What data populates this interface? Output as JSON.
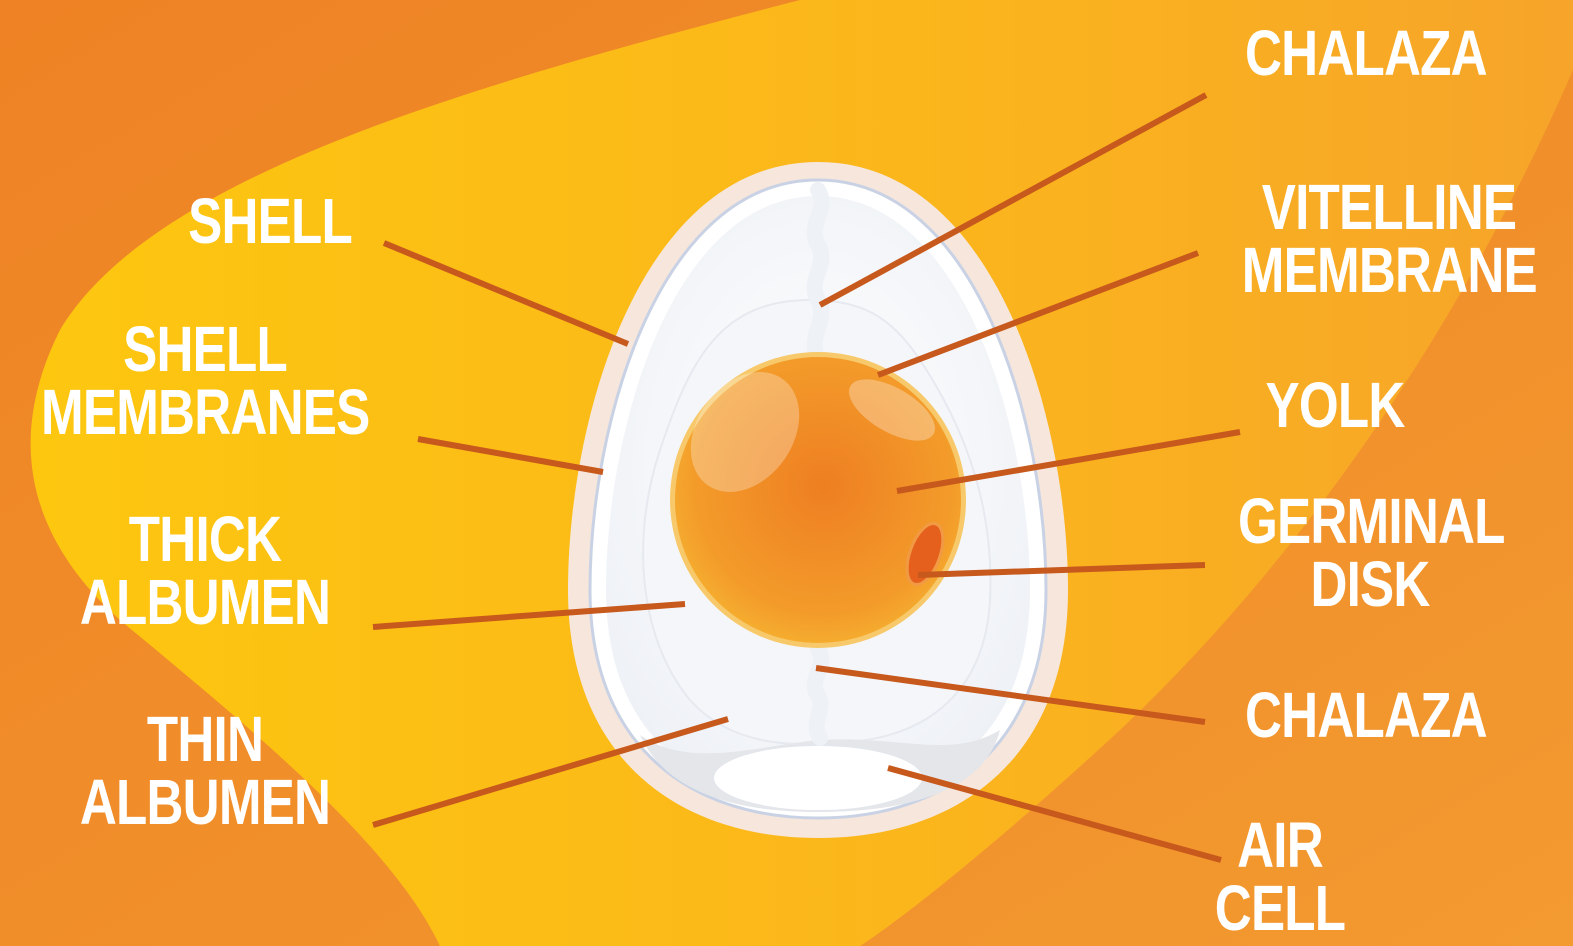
{
  "colors": {
    "background": "#f08a24",
    "blob_light": "#fcc114",
    "leader_line": "#c7591c",
    "label_text": "#ffffff",
    "shell": "#f6e6dc",
    "albumen": "#ffffff",
    "yolk": "#f08a24",
    "germinal_disk": "#e5601c"
  },
  "labels": {
    "shell": [
      "SHELL"
    ],
    "shell_membranes": [
      "SHELL",
      "MEMBRANES"
    ],
    "thick_albumen": [
      "THICK",
      "ALBUMEN"
    ],
    "thin_albumen": [
      "THIN",
      "ALBUMEN"
    ],
    "chalaza_top": [
      "CHALAZA"
    ],
    "vitelline_membrane": [
      "VITELLINE",
      "MEMBRANE"
    ],
    "yolk": [
      "YOLK"
    ],
    "germinal_disk": [
      "GERMINAL",
      "DISK"
    ],
    "chalaza_bottom": [
      "CHALAZA"
    ],
    "air_cell": [
      "AIR",
      "CELL"
    ]
  }
}
